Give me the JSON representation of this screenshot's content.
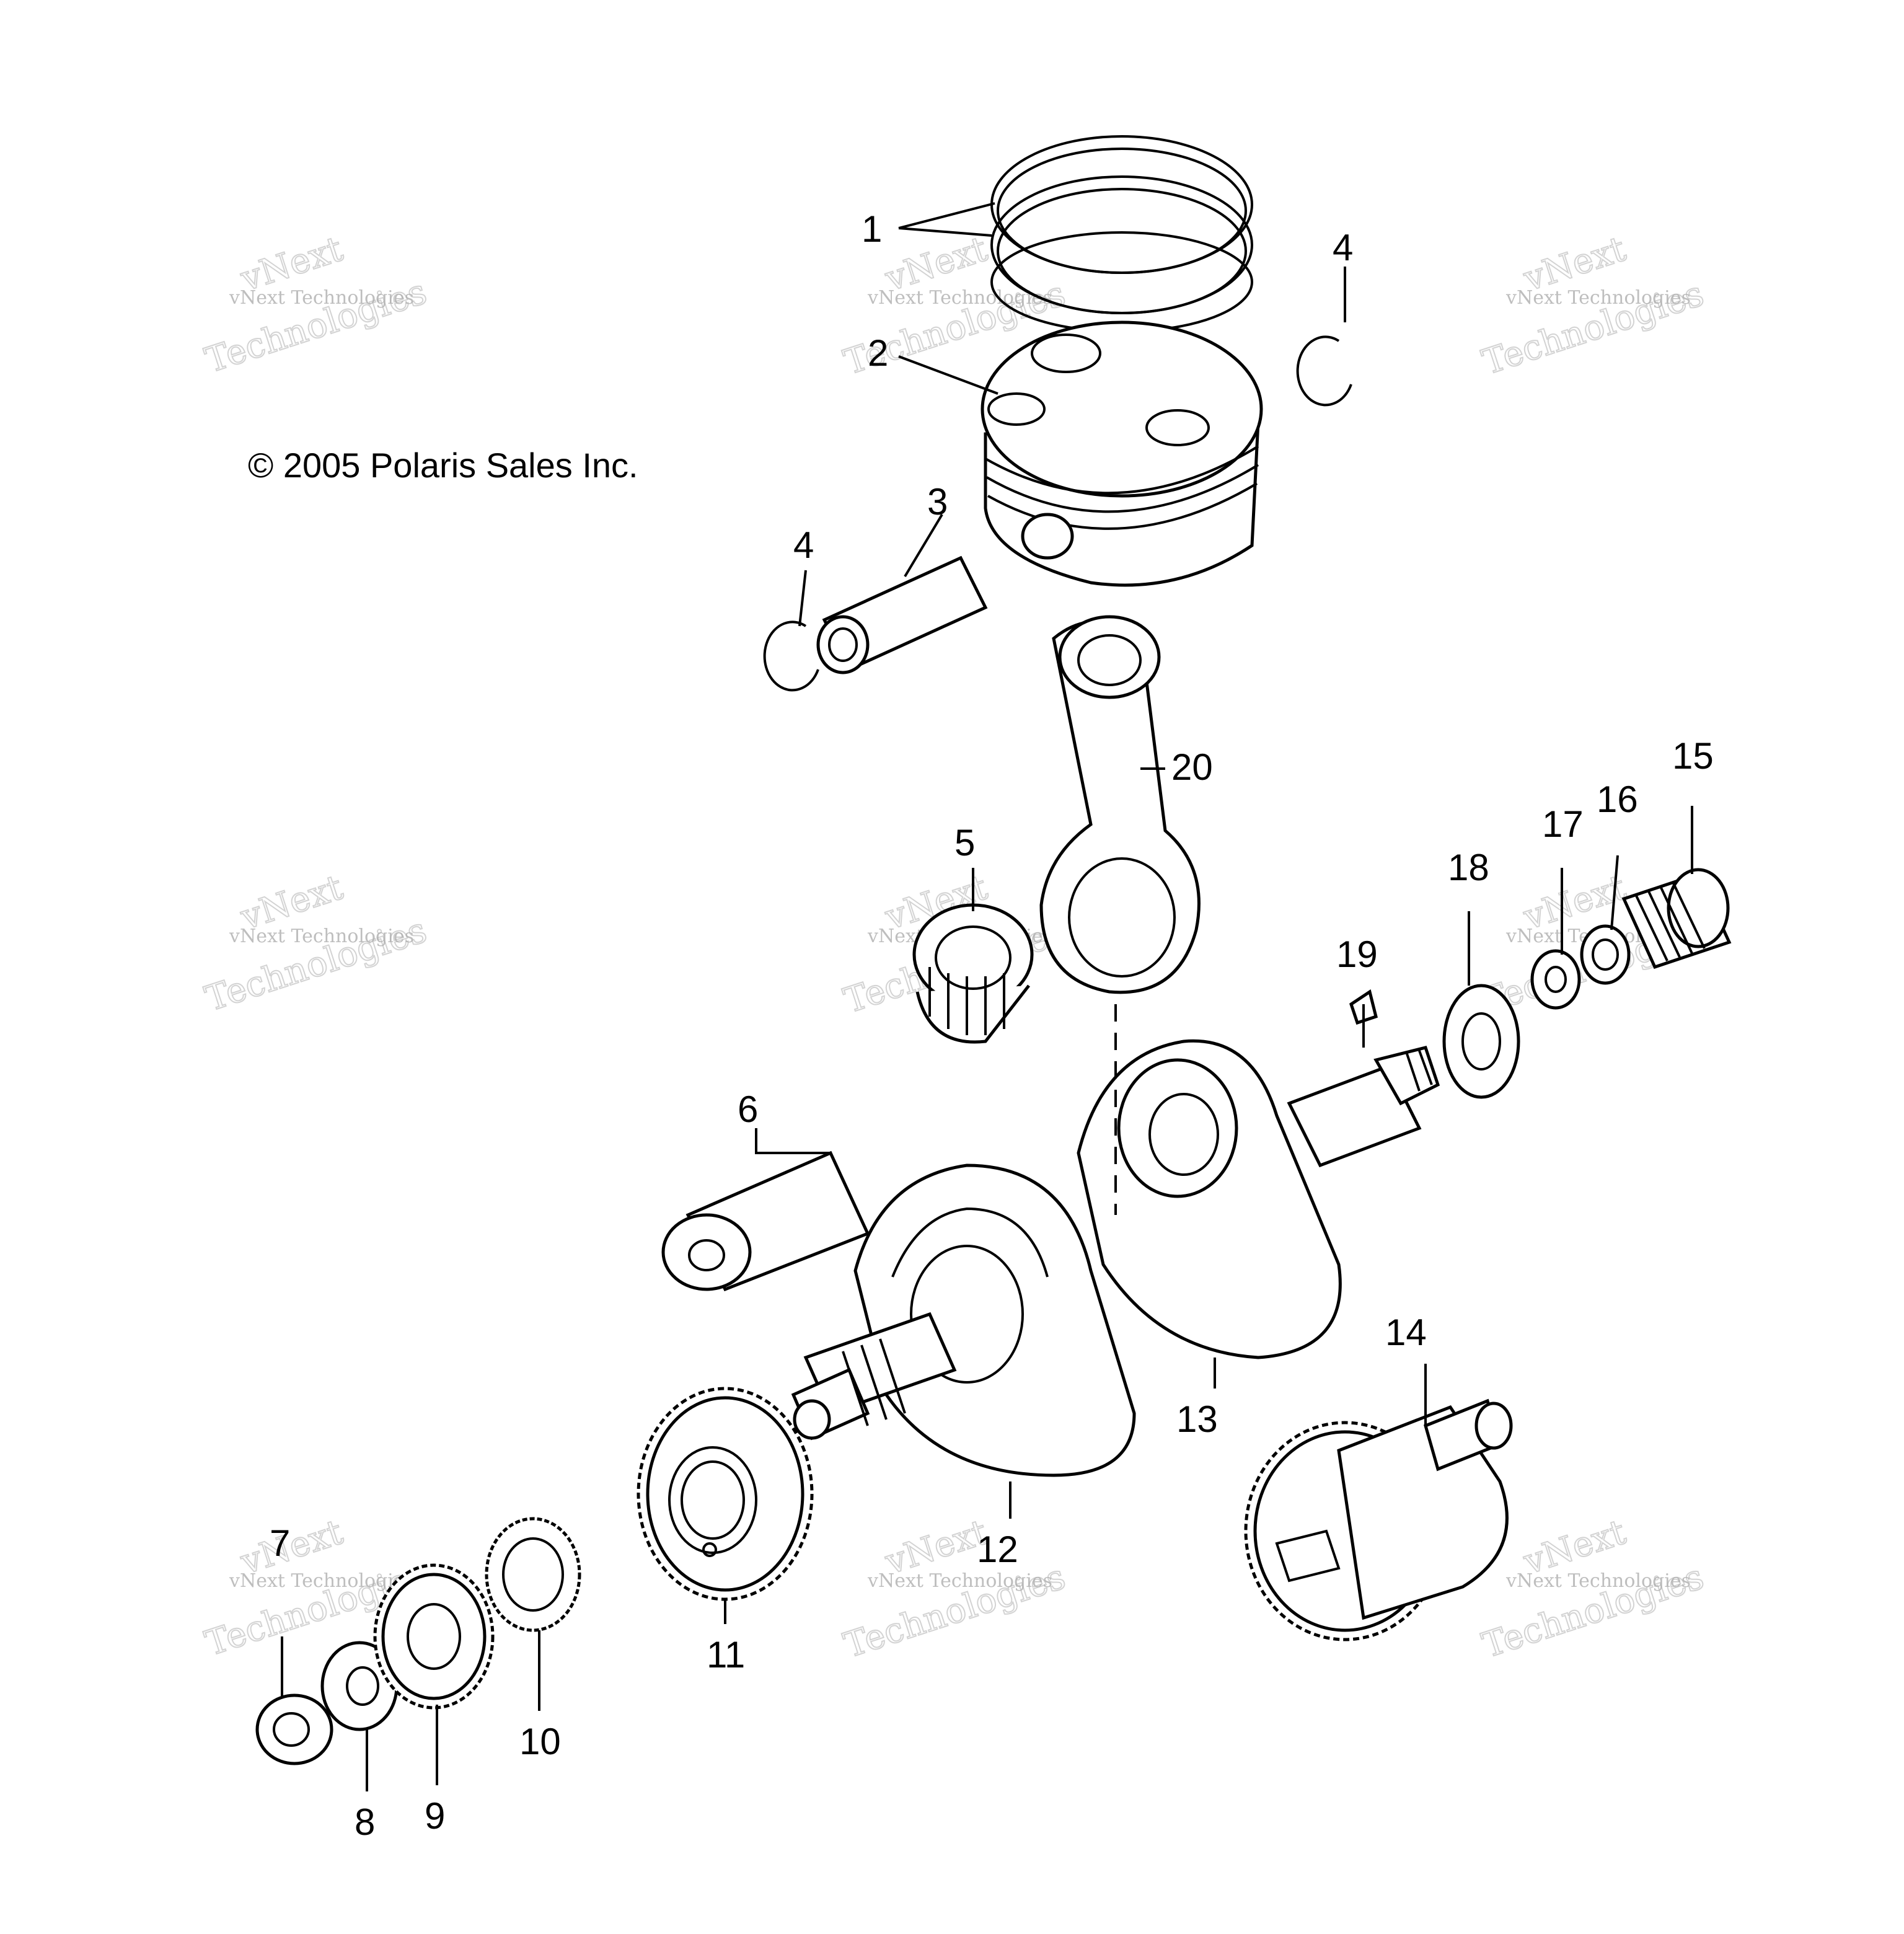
{
  "copyright": "© 2005 Polaris Sales Inc.",
  "watermark": {
    "line1": "vNext",
    "line2": "vNext Technologies",
    "line3": "Technologies"
  },
  "callouts": [
    {
      "id": "1",
      "label": "1"
    },
    {
      "id": "2",
      "label": "2"
    },
    {
      "id": "3",
      "label": "3"
    },
    {
      "id": "4a",
      "label": "4"
    },
    {
      "id": "4b",
      "label": "4"
    },
    {
      "id": "5",
      "label": "5"
    },
    {
      "id": "6",
      "label": "6"
    },
    {
      "id": "7",
      "label": "7"
    },
    {
      "id": "8",
      "label": "8"
    },
    {
      "id": "9",
      "label": "9"
    },
    {
      "id": "10",
      "label": "10"
    },
    {
      "id": "11",
      "label": "11"
    },
    {
      "id": "12",
      "label": "12"
    },
    {
      "id": "13",
      "label": "13"
    },
    {
      "id": "14",
      "label": "14"
    },
    {
      "id": "15",
      "label": "15"
    },
    {
      "id": "16",
      "label": "16"
    },
    {
      "id": "17",
      "label": "17"
    },
    {
      "id": "18",
      "label": "18"
    },
    {
      "id": "19",
      "label": "19"
    },
    {
      "id": "20",
      "label": "20"
    }
  ]
}
